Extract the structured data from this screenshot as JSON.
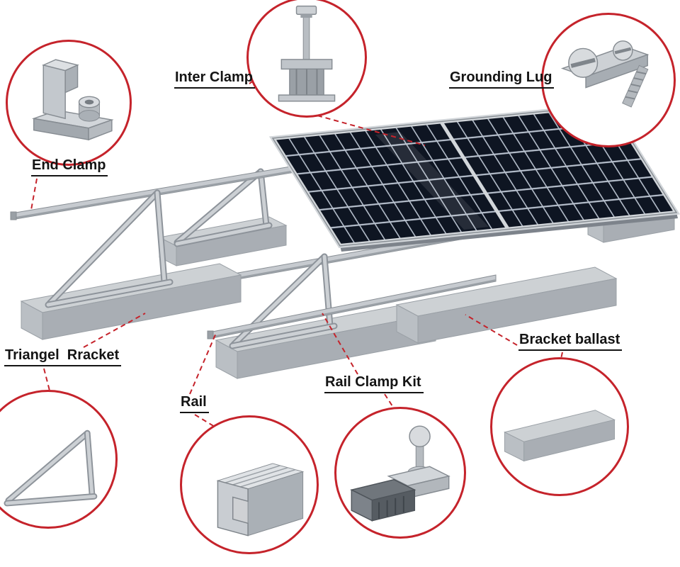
{
  "labels": {
    "end_clamp": "End Clamp",
    "inter_clamp": "Inter Clamp",
    "grounding_lug": "Grounding Lug",
    "triangle_bracket": "Triangel  Rracket",
    "rail": "Rail",
    "rail_clamp_kit": "Rail Clamp Kit",
    "bracket_ballast": "Bracket ballast"
  },
  "icons": {
    "end_clamp": "end-clamp-icon",
    "inter_clamp": "inter-clamp-icon",
    "grounding_lug": "grounding-lug-icon",
    "triangle_bracket": "triangle-bracket-icon",
    "rail": "rail-icon",
    "rail_clamp_kit": "rail-clamp-kit-icon",
    "bracket_ballast": "bracket-ballast-icon"
  },
  "colors": {
    "callout_red": "#c5232b",
    "label_text": "#141414",
    "label_underline": "#141414",
    "panel_cell_dark": "#0e1522",
    "panel_grid_light": "#b9c2cf",
    "frame_silver": "#d2d6da",
    "rail_silver": "#c6cacf",
    "ballast_gray": "#a9aeb4",
    "background": "#ffffff"
  }
}
